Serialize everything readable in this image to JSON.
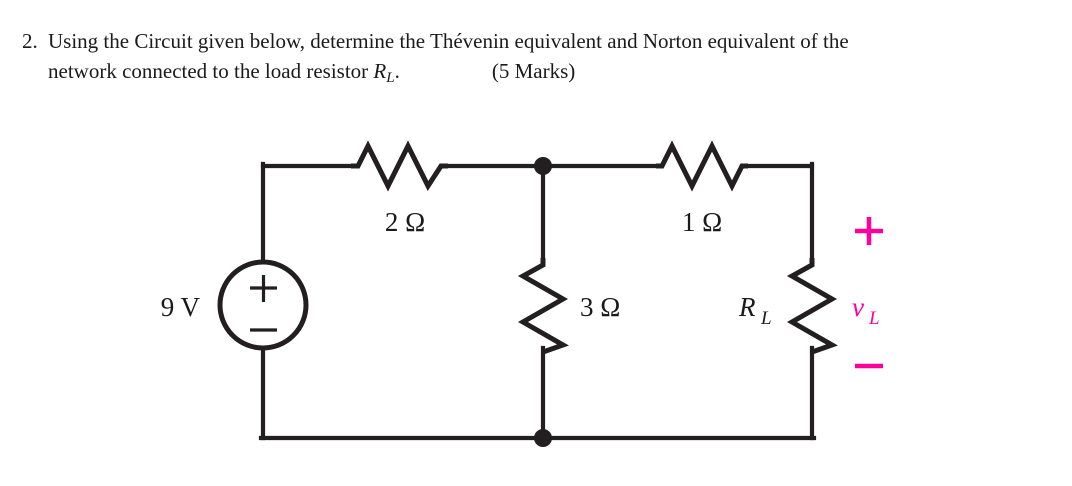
{
  "question": {
    "number": "2.",
    "line1_a": "Using the Circuit given below, determine the Thévenin equivalent and Norton equivalent of the",
    "line2_a": "network connected to the load resistor ",
    "line2_var": "R",
    "line2_sub": "L",
    "line2_period": ".",
    "marks": "(5 Marks)"
  },
  "circuit": {
    "title": "circuit-diagram",
    "source": {
      "label": "9 V",
      "plus": "+",
      "minus": "−",
      "type": "dc-voltage-source"
    },
    "resistors": [
      {
        "id": "r-series-2ohm",
        "label": "2 Ω",
        "orientation": "horizontal"
      },
      {
        "id": "r-shunt-3ohm",
        "label": "3 Ω",
        "orientation": "vertical"
      },
      {
        "id": "r-series-1ohm",
        "label": "1 Ω",
        "orientation": "horizontal"
      },
      {
        "id": "r-load",
        "label_var": "R",
        "label_sub": "L",
        "orientation": "vertical"
      }
    ],
    "load_voltage": {
      "plus": "+",
      "minus": "−",
      "label_var": "v",
      "label_sub": "L",
      "color": "#ff0099"
    },
    "colors": {
      "wire": "#231f20",
      "text": "#1a1a1a",
      "accent_pink": "#ff0099",
      "background": "#ffffff"
    }
  }
}
